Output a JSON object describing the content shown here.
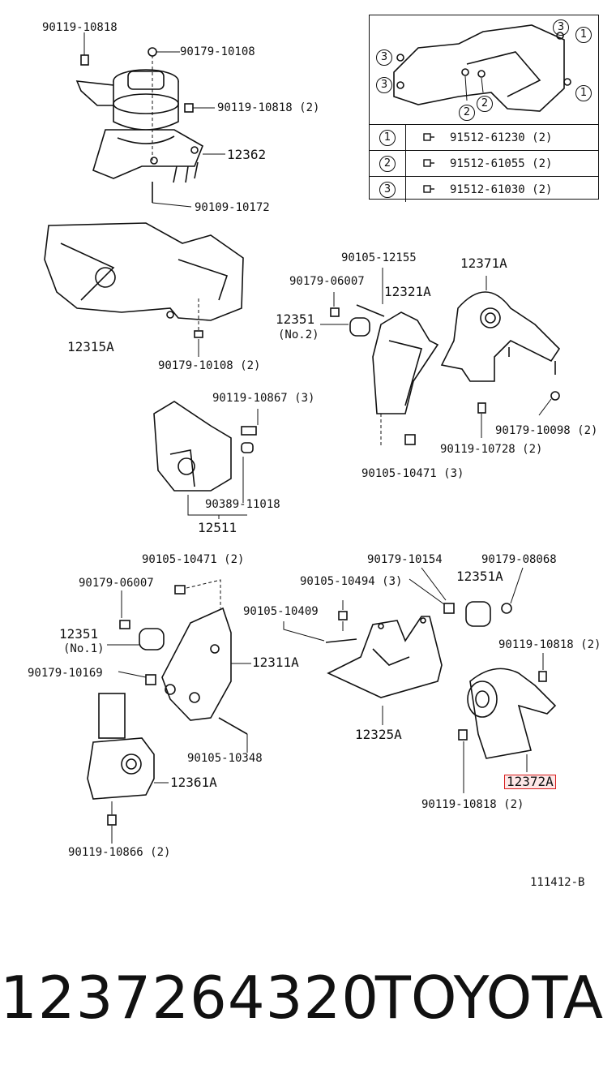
{
  "labels": {
    "l1": "90119-10818",
    "l2": "90179-10108",
    "l3": "90119-10818 (2)",
    "l4": "12362",
    "l5": "90109-10172",
    "l6": "12315A",
    "l7": "90179-10108 (2)",
    "l8": "90105-12155",
    "l9": "12371A",
    "l10": "90179-06007",
    "l11": "12321A",
    "l12": "12351",
    "l13": "(No.2)",
    "l14": "90119-10867 (3)",
    "l15": "90179-10098 (2)",
    "l16": "90119-10728 (2)",
    "l17": "90105-10471 (3)",
    "l18": "90389-11018",
    "l19": "12511",
    "l20": "90105-10471 (2)",
    "l21": "90179-10154",
    "l22": "90179-08068",
    "l23": "90179-06007",
    "l24": "90105-10494 (3)",
    "l25": "12351A",
    "l26": "90105-10409",
    "l27": "12351",
    "l28": "(No.1)",
    "l29": "12311A",
    "l30": "90119-10818 (2)",
    "l31": "90179-10169",
    "l32": "12325A",
    "l33": "90105-10348",
    "l34": "12361A",
    "l35": "12372A",
    "l36": "90119-10818 (2)",
    "l37": "90119-10866 (2)"
  },
  "legend": {
    "callouts": [
      "1",
      "1",
      "3",
      "3",
      "2",
      "2",
      "3"
    ],
    "rows": [
      {
        "num": "1",
        "part": "91512-61230 (2)"
      },
      {
        "num": "2",
        "part": "91512-61055 (2)"
      },
      {
        "num": "3",
        "part": "91512-61030 (2)"
      }
    ]
  },
  "reference": "111412-B",
  "part_number": "1237264320",
  "brand": "TOYOTA",
  "highlight_color": "#d81b1b"
}
